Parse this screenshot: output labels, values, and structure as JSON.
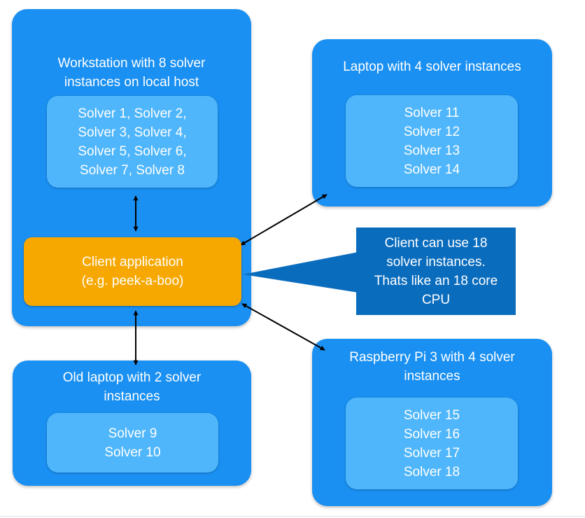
{
  "workstation": {
    "title": "Workstation with 8 solver\ninstances on local host",
    "solvers": [
      "Solver 1, Solver 2,",
      "Solver 3, Solver 4,",
      "Solver 5, Solver 6,",
      "Solver 7, Solver 8"
    ]
  },
  "laptop": {
    "title": "Laptop with 4 solver instances",
    "solvers": [
      "Solver 11",
      "Solver 12",
      "Solver 13",
      "Solver 14"
    ]
  },
  "old_laptop": {
    "title": "Old laptop with 2 solver\ninstances",
    "solvers": [
      "Solver 9",
      "Solver 10"
    ]
  },
  "raspberry_pi": {
    "title": "Raspberry Pi 3 with 4 solver\ninstances",
    "solvers": [
      "Solver 15",
      "Solver 16",
      "Solver 17",
      "Solver 18"
    ]
  },
  "client": {
    "lines": [
      "Client application",
      "(e.g. peek-a-boo)"
    ]
  },
  "callout": {
    "lines": [
      "Client can use 18",
      "solver instances.",
      "Thats like an 18 core",
      "CPU"
    ]
  },
  "colors": {
    "node_blue": "#1a90f2",
    "solver_blue": "#4fb6fb",
    "client_orange": "#f6a800",
    "callout_blue": "#0a6cbd"
  }
}
